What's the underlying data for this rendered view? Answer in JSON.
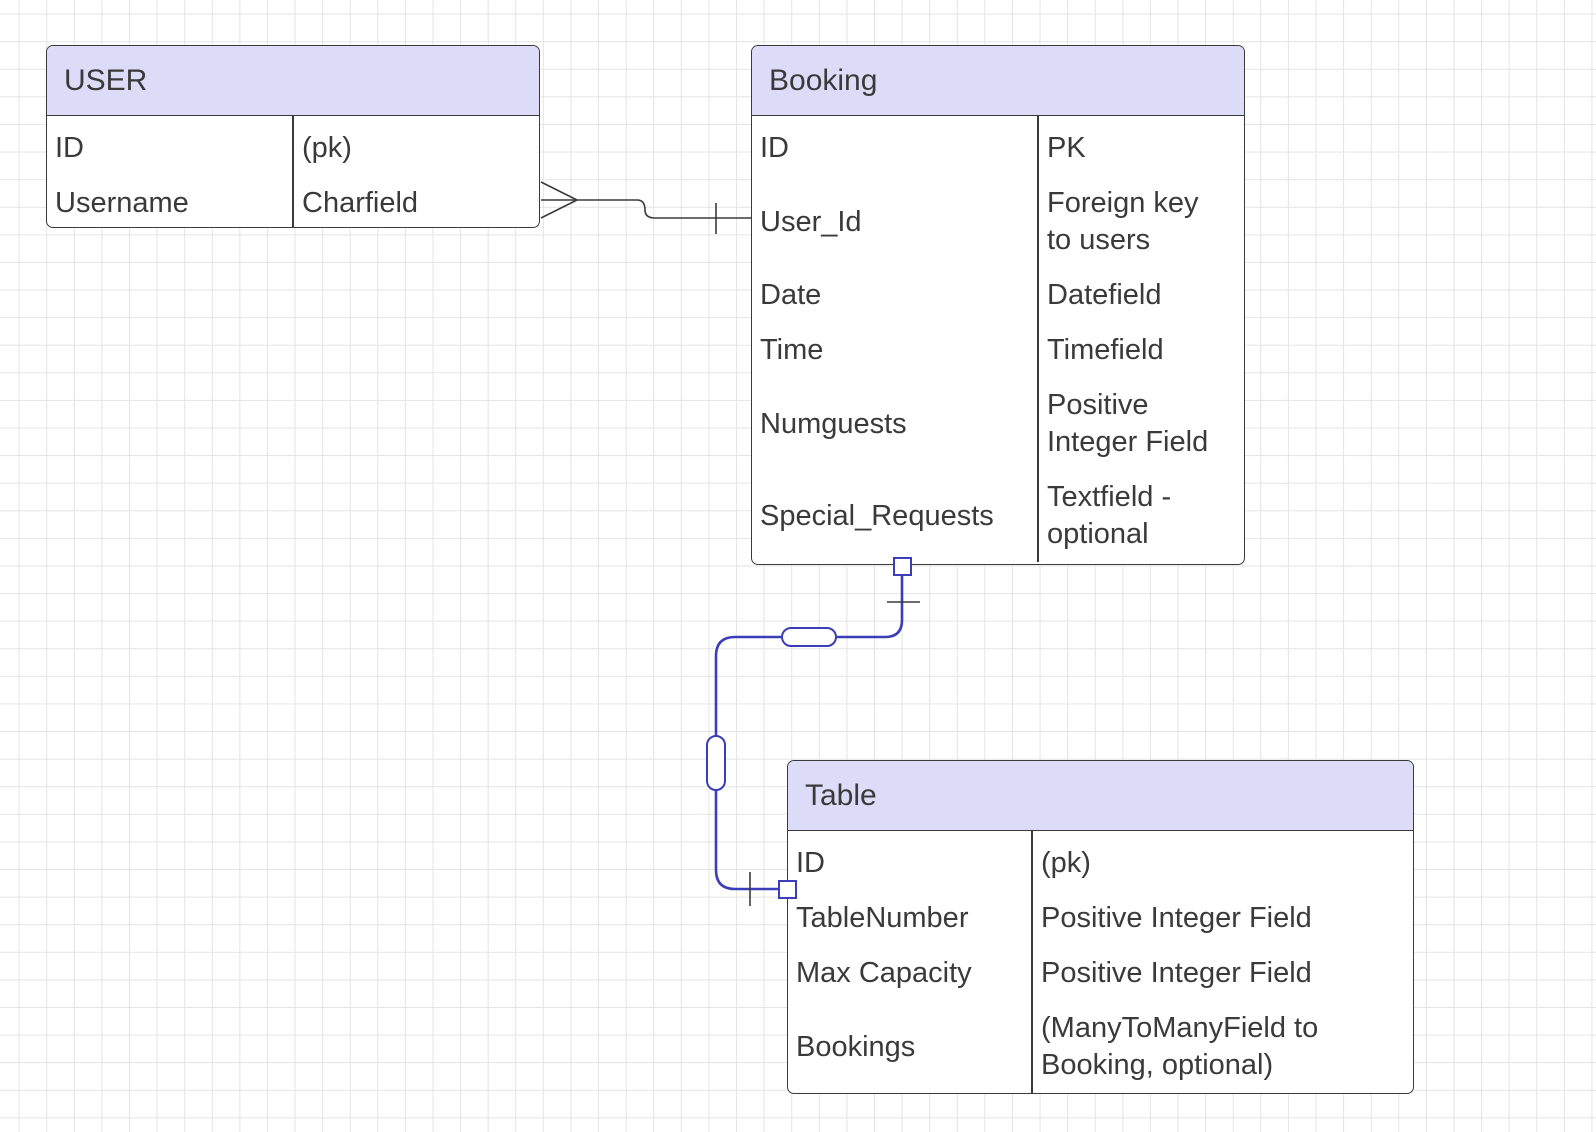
{
  "colors": {
    "header_fill": "#dcdcf8",
    "border": "#3a3a3a",
    "selected_connector": "#3b3eb8",
    "grid": "#e4e4e4"
  },
  "entities": [
    {
      "title": "USER",
      "fields": [
        {
          "name": "ID",
          "type": "(pk)"
        },
        {
          "name": "Username",
          "type": "Charfield"
        }
      ]
    },
    {
      "title": "Booking",
      "fields": [
        {
          "name": "ID",
          "type": "PK"
        },
        {
          "name": "User_Id",
          "type": "Foreign key to users"
        },
        {
          "name": "Date",
          "type": "Datefield"
        },
        {
          "name": "Time",
          "type": "Timefield"
        },
        {
          "name": "Numguests",
          "type": "Positive Integer Field"
        },
        {
          "name": "Special_Requests",
          "type": "Textfield - optional"
        }
      ]
    },
    {
      "title": "Table",
      "fields": [
        {
          "name": "ID",
          "type": "(pk)"
        },
        {
          "name": "TableNumber",
          "type": "Positive Integer Field"
        },
        {
          "name": "Max Capacity",
          "type": "Positive Integer Field"
        },
        {
          "name": "Bookings",
          "type": "(ManyToManyField to Booking, optional)"
        }
      ]
    }
  ],
  "relationships": [
    {
      "from": "USER.Username",
      "to": "Booking.User_Id",
      "from_end": "many",
      "to_end": "one"
    },
    {
      "from": "Booking",
      "to": "Table.TableNumber",
      "from_end": "one",
      "to_end": "one",
      "selected": true
    }
  ]
}
